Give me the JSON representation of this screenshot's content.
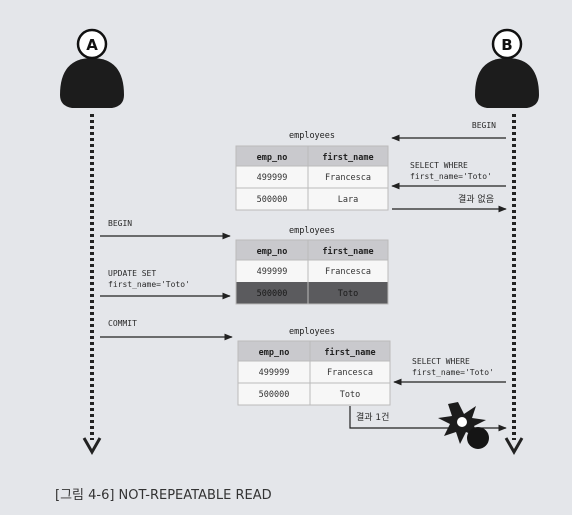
{
  "actors": [
    {
      "id": "A",
      "label": "A"
    },
    {
      "id": "B",
      "label": "B"
    }
  ],
  "tables": [
    {
      "title": "employees",
      "columns": [
        "emp_no",
        "first_name"
      ],
      "rows": [
        [
          "499999",
          "Francesca"
        ],
        [
          "500000",
          "Lara"
        ]
      ],
      "highlight_row": null
    },
    {
      "title": "employees",
      "columns": [
        "emp_no",
        "first_name"
      ],
      "rows": [
        [
          "499999",
          "Francesca"
        ],
        [
          "500000",
          "Toto"
        ]
      ],
      "highlight_row": 1
    },
    {
      "title": "employees",
      "columns": [
        "emp_no",
        "first_name"
      ],
      "rows": [
        [
          "499999",
          "Francesca"
        ],
        [
          "500000",
          "Toto"
        ]
      ],
      "highlight_row": null
    }
  ],
  "messages": {
    "b_begin": "BEGIN",
    "b_select_1": [
      "SELECT WHERE",
      "first_name='Toto'"
    ],
    "b_result_1": "결과 없음",
    "a_begin": "BEGIN",
    "a_update": [
      "UPDATE SET",
      "first_name='Toto'"
    ],
    "a_commit": "COMMIT",
    "b_select_2": [
      "SELECT WHERE",
      "first_name='Toto'"
    ],
    "b_result_2": "결과 1건"
  },
  "caption": "[그림 4-6] NOT-REPEATABLE READ",
  "colors": {
    "header_fill": "#c9c9cd",
    "row_fill": "#f7f7f7",
    "highlight_fill": "#5b5b5e",
    "actor_fill": "#1c1c1c",
    "line": "#222222"
  }
}
